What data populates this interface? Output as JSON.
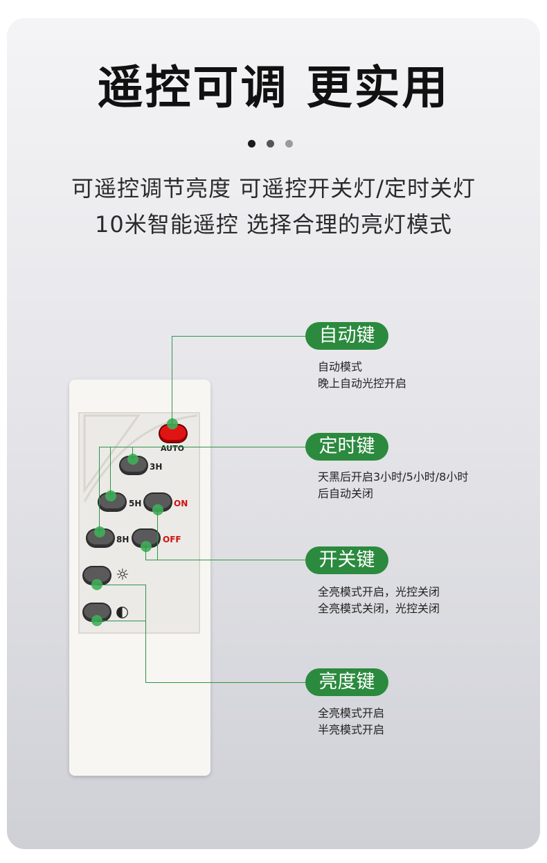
{
  "header": {
    "title": "遥控可调 更实用",
    "dots": [
      "#1a1a1a",
      "#555555",
      "#9a9a9a"
    ],
    "subtitle_line1": "可遥控调节亮度 可遥控开关灯/定时关灯",
    "subtitle_line2": "10米智能遥控 选择合理的亮灯模式"
  },
  "remote": {
    "auto_label": "AUTO",
    "h3_label": "3H",
    "h5_label": "5H",
    "h8_label": "8H",
    "on_label": "ON",
    "off_label": "OFF",
    "sun_icon": "☼",
    "half_sun_icon": "◐"
  },
  "callouts": {
    "auto": {
      "title": "自动键",
      "line1": "自动模式",
      "line2": "晚上自动光控开启"
    },
    "timer": {
      "title": "定时键",
      "line1": "天黑后开启3小时/5小时/8小时",
      "line2": "后自动关闭"
    },
    "power": {
      "title": "开关键",
      "line1": "全亮模式开启，光控关闭",
      "line2": "全亮模式关闭，光控关闭"
    },
    "brightness": {
      "title": "亮度键",
      "line1": "全亮模式开启",
      "line2": "半亮模式开启"
    }
  },
  "colors": {
    "accent": "#2b8a3e",
    "auto_button": "#e11414"
  }
}
